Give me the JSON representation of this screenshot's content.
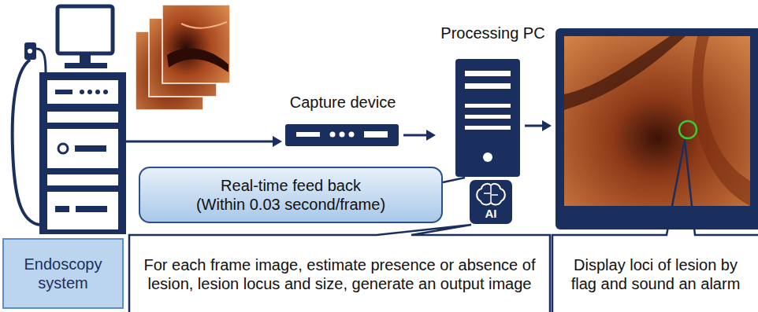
{
  "diagram": {
    "nodes": [
      {
        "text": [
          "Endoscopy system"
        ]
      },
      {
        "text": [
          "Capture device"
        ]
      },
      {
        "text": [
          "Processing PC"
        ]
      },
      {
        "text": [
          "Real-time feed back",
          "(Within 0.03 second/frame)"
        ]
      },
      {
        "text": [
          "For each frame image, estimate presence or absence of lesion, lesion locus and size, generate an output image"
        ]
      },
      {
        "text": [
          "Display loci of lesion by flag and sound an alarm"
        ]
      }
    ],
    "edges": [
      {
        "from": 0,
        "to": 1,
        "arrow": "to"
      },
      {
        "from": 1,
        "to": 2,
        "arrow": "to"
      }
    ],
    "labels": [
      "AI"
    ]
  }
}
